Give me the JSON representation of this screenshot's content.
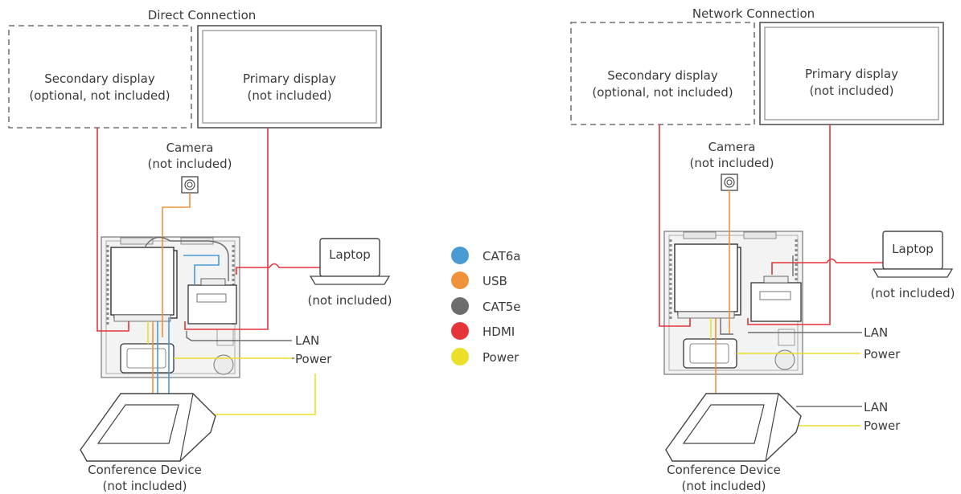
{
  "legend": {
    "items": [
      {
        "label": "CAT6a",
        "color": "#4a9ad4"
      },
      {
        "label": "USB",
        "color": "#f0923a"
      },
      {
        "label": "CAT5e",
        "color": "#6d6d6d"
      },
      {
        "label": "HDMI",
        "color": "#e5343a"
      },
      {
        "label": "Power",
        "color": "#ecdf2a"
      }
    ]
  },
  "direct": {
    "title": "Direct Connection",
    "secondary_line1": "Secondary display",
    "secondary_line2": "(optional, not included)",
    "primary_line1": "Primary display",
    "primary_line2": "(not included)",
    "camera_line1": "Camera",
    "camera_line2": "(not included)",
    "laptop": "Laptop",
    "laptop_note": "(not included)",
    "lan": "LAN",
    "power": "Power",
    "device_line1": "Conference Device",
    "device_line2": "(not included)"
  },
  "network": {
    "title": "Network Connection",
    "secondary_line1": "Secondary display",
    "secondary_line2": "(optional, not included)",
    "primary_line1": "Primary display",
    "primary_line2": "(not included)",
    "camera_line1": "Camera",
    "camera_line2": "(not included)",
    "laptop": "Laptop",
    "laptop_note": "(not included)",
    "lan": "LAN",
    "power": "Power",
    "lan2": "LAN",
    "power2": "Power",
    "device_line1": "Conference Device",
    "device_line2": "(not included)"
  }
}
